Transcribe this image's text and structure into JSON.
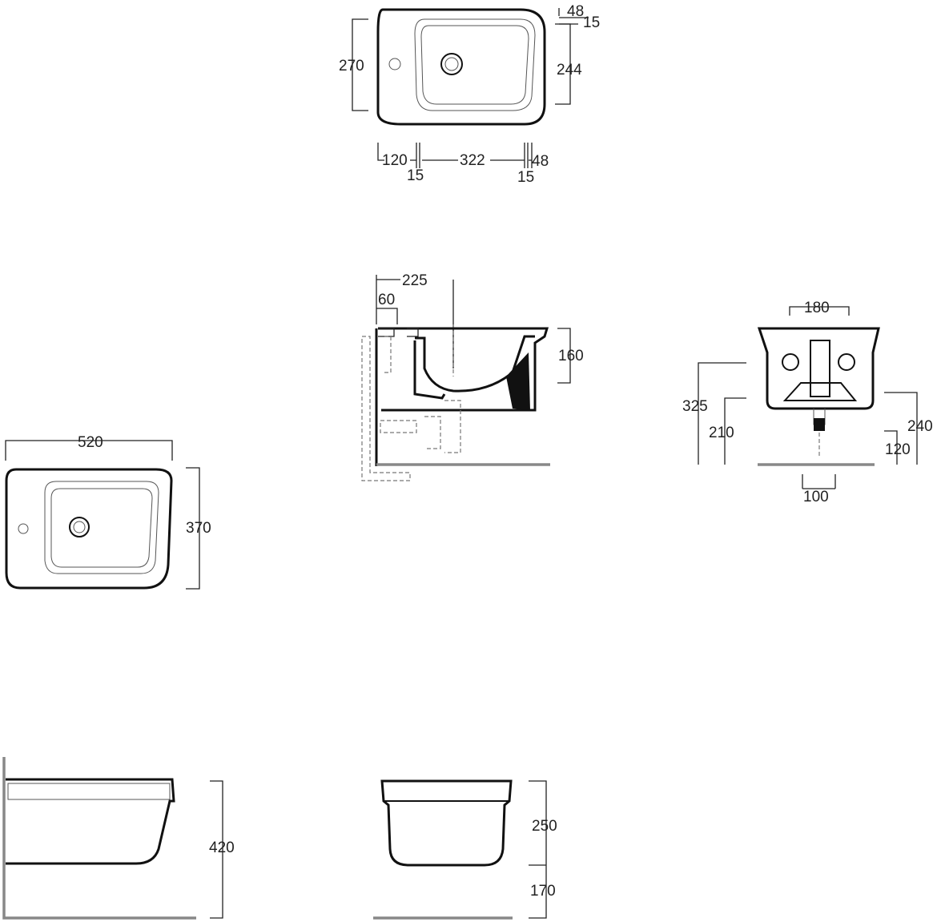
{
  "views": {
    "top_view": {
      "dims": {
        "d48_top": "48",
        "d15_top": "15",
        "height": "270",
        "inner_height": "244",
        "left": "120",
        "left_wall": "15",
        "inner_width": "322",
        "right_wall": "15",
        "right": "48"
      }
    },
    "section_view": {
      "dims": {
        "axis": "225",
        "wall_offset": "60",
        "depth": "160"
      }
    },
    "rear_view": {
      "dims": {
        "spacing": "180",
        "total_height": "325",
        "mid_height": "210",
        "right_height": "240",
        "outlet_height": "120",
        "outlet_width": "100"
      }
    },
    "plan_view": {
      "dims": {
        "width": "520",
        "depth": "370"
      }
    },
    "side_view": {
      "dims": {
        "height": "420"
      }
    },
    "front_view": {
      "dims": {
        "body": "250",
        "floor": "170"
      }
    }
  },
  "colors": {
    "line": "#111111",
    "floor": "#888888",
    "hidden": "#777777"
  }
}
